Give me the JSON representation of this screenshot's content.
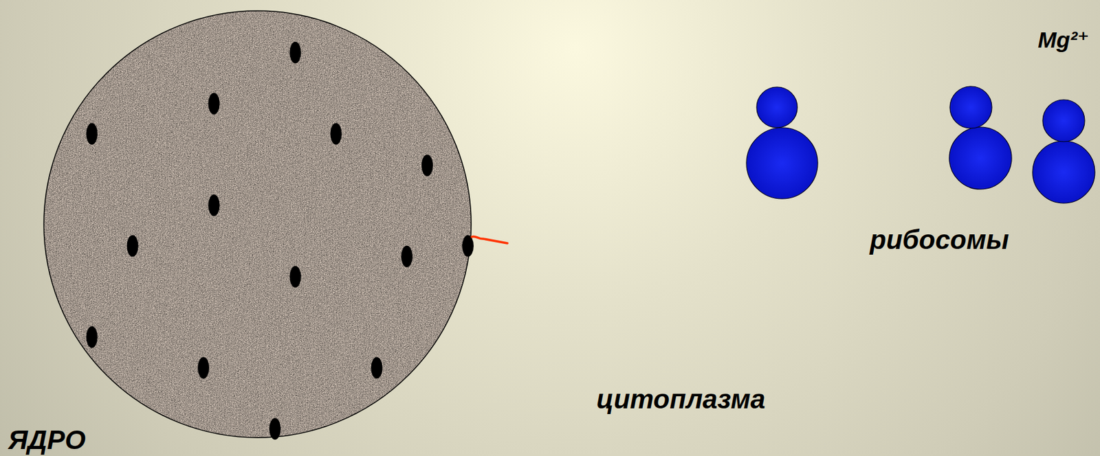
{
  "diagram": {
    "labels": [
      "Mg²⁺",
      "рибосомы",
      "цитоплазма",
      "ЯДРО"
    ]
  }
}
